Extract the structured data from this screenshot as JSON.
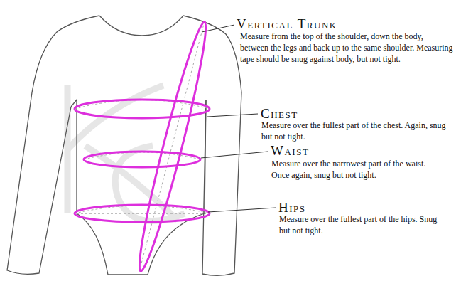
{
  "diagram": {
    "labels": [
      "Vertical Trunk",
      "Measure from the top of the shoulder, down the body, between the legs and back up to the same shoulder. Measuring tape should be snug against body, but not tight.",
      "Chest",
      "Measure over the fullest part of the chest. Again, snug but not tight.",
      "Waist",
      "Measure over the narrowest part of the waist. Once again, snug but not tight.",
      "Hips",
      "Measure over the fullest part of the hips. Snug but not tight."
    ]
  }
}
